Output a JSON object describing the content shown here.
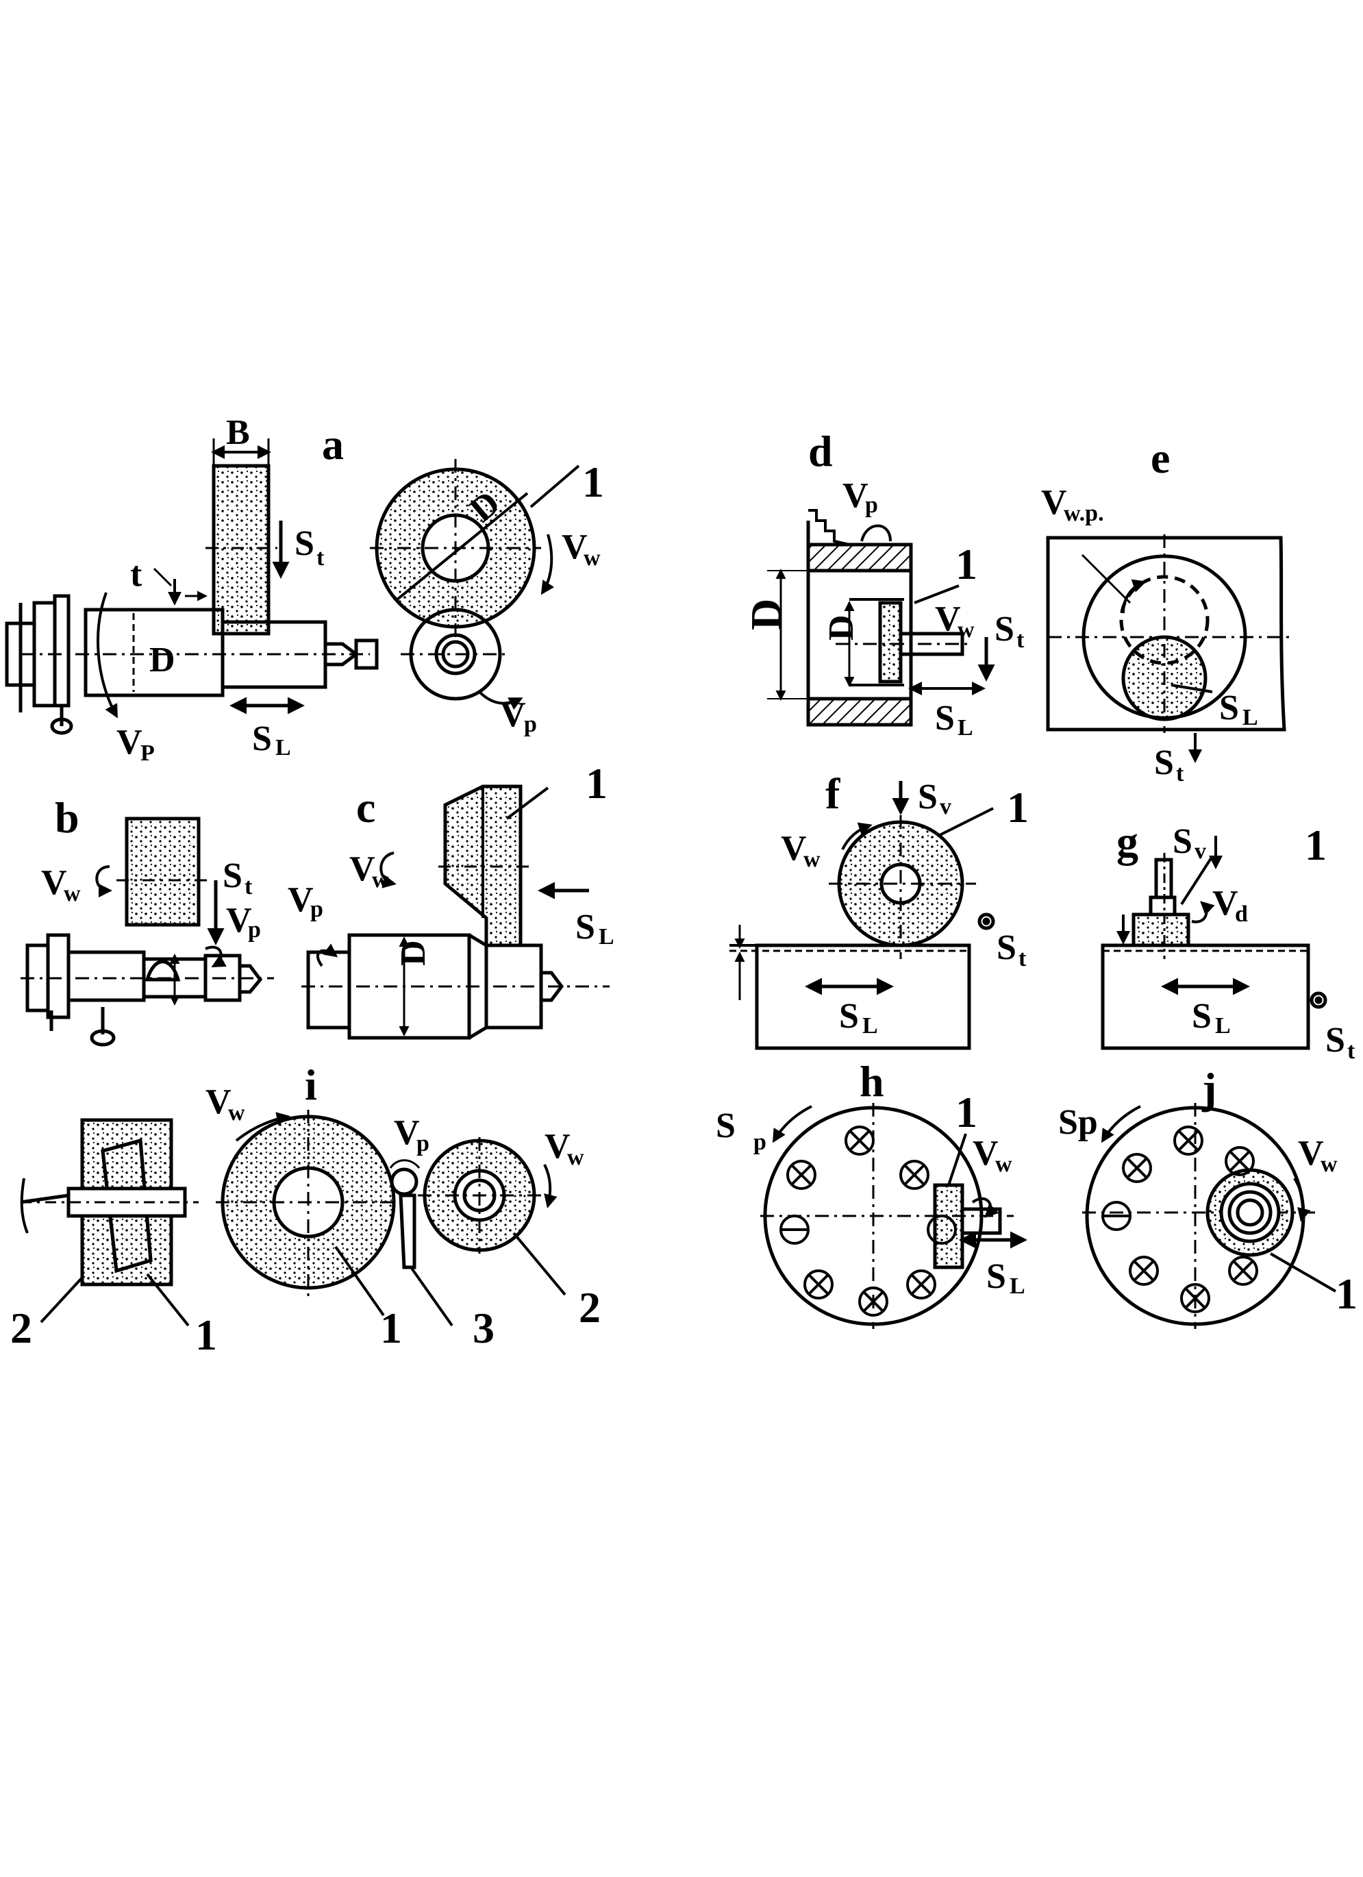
{
  "panels": {
    "a": {
      "letter": "a",
      "B": "B",
      "t": "t",
      "D": "D",
      "St": "S",
      "St_sub": "t",
      "SL": "S",
      "SL_sub": "L",
      "Vw": "V",
      "Vw_sub": "w",
      "VP": "V",
      "VP_sub": "P",
      "Vp": "V",
      "Vp_sub": "p",
      "n1": "1",
      "Dwheel": "D"
    },
    "b": {
      "letter": "b",
      "Vw": "V",
      "Vw_sub": "w",
      "St": "S",
      "St_sub": "t",
      "Vp": "V",
      "Vp_sub": "p"
    },
    "c": {
      "letter": "c",
      "Vw": "V",
      "Vw_sub": "w",
      "Vp": "V",
      "Vp_sub": "p",
      "D": "D",
      "SL": "S",
      "SL_sub": "L",
      "n1": "1"
    },
    "d": {
      "letter": "d",
      "Vp": "V",
      "Vp_sub": "p",
      "D": "D",
      "D1": "D",
      "Vw": "V",
      "Vw_sub": "w",
      "St": "S",
      "St_sub": "t",
      "SL": "S",
      "SL_sub": "L",
      "n1": "1"
    },
    "e": {
      "letter": "e",
      "Vwp": "V",
      "Vwp_sub": "w.p.",
      "SL": "S",
      "SL_sub": "L",
      "St": "S",
      "St_sub": "t"
    },
    "f": {
      "letter": "f",
      "Sv": "S",
      "Sv_sub": "v",
      "Vw": "V",
      "Vw_sub": "w",
      "St": "S",
      "St_sub": "t",
      "SL": "S",
      "SL_sub": "L",
      "n1": "1"
    },
    "g": {
      "letter": "g",
      "Sv": "S",
      "Sv_sub": "v",
      "Vd": "V",
      "Vd_sub": "d",
      "SL": "S",
      "SL_sub": "L",
      "St": "S",
      "St_sub": "t",
      "n1": "1"
    },
    "h": {
      "letter": "h",
      "Sp": "S",
      "Sp_sub": "p",
      "Vw": "V",
      "Vw_sub": "w",
      "SL": "S",
      "SL_sub": "L",
      "n1": "1"
    },
    "i": {
      "letter": "i",
      "Vw1": "V",
      "Vw1_sub": "w",
      "Vp": "V",
      "Vp_sub": "p",
      "Vw2": "V",
      "Vw2_sub": "w",
      "n2a": "2",
      "n1a": "1",
      "n1b": "1",
      "n3": "3",
      "n2b": "2"
    },
    "j": {
      "letter": "j",
      "Sp": "Sp",
      "Vw": "V",
      "Vw_sub": "w",
      "n1": "1"
    }
  }
}
